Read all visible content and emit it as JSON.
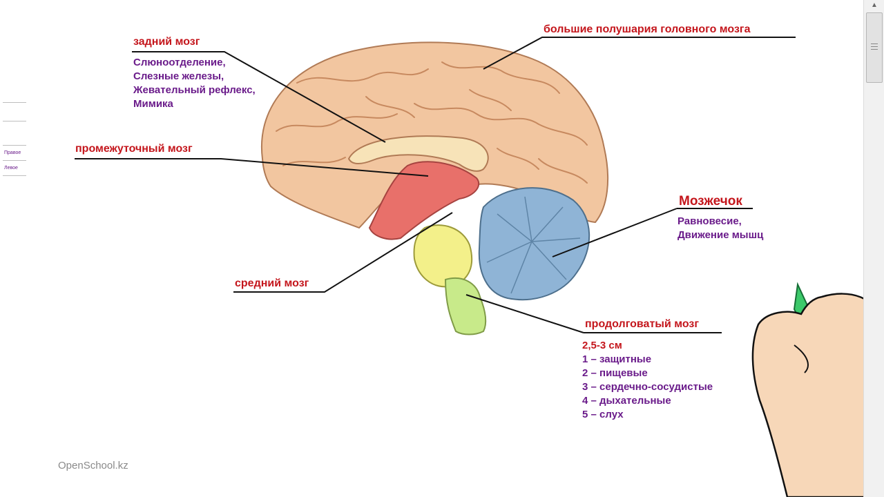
{
  "labels": {
    "hindbrain": {
      "title": "задний мозг",
      "functions": [
        "Слюноотделение,",
        "Слезные железы,",
        "Жевательный рефлекс,",
        "Мимика"
      ]
    },
    "cerebrum": {
      "title": "большие полушария головного мозга"
    },
    "diencephalon": {
      "title": "промежуточный мозг"
    },
    "cerebellum": {
      "title": "Мозжечок",
      "functions": [
        "Равновесие,",
        "Движение мышц"
      ]
    },
    "midbrain": {
      "title": "средний мозг"
    },
    "medulla": {
      "title": "продолговатый мозг",
      "size": "2,5-3 см",
      "reflexes": [
        "1 – защитные",
        "2 – пищевые",
        "3 – сердечно-сосудистые",
        "4 – дыхательные",
        "5 – слух"
      ]
    }
  },
  "watermark": "OpenSchool.kz",
  "side_thumbs": [
    "Правое",
    "Левое"
  ],
  "colors": {
    "label_red": "#c4161c",
    "text_purple": "#6a1b8a",
    "cortex": "#f2c6a0",
    "cerebellum": "#8fb4d6",
    "midbrain": "#f3f08a",
    "medulla": "#c8ea8a",
    "diencephalon": "#e8706a",
    "pencil": "#3cc96a"
  }
}
